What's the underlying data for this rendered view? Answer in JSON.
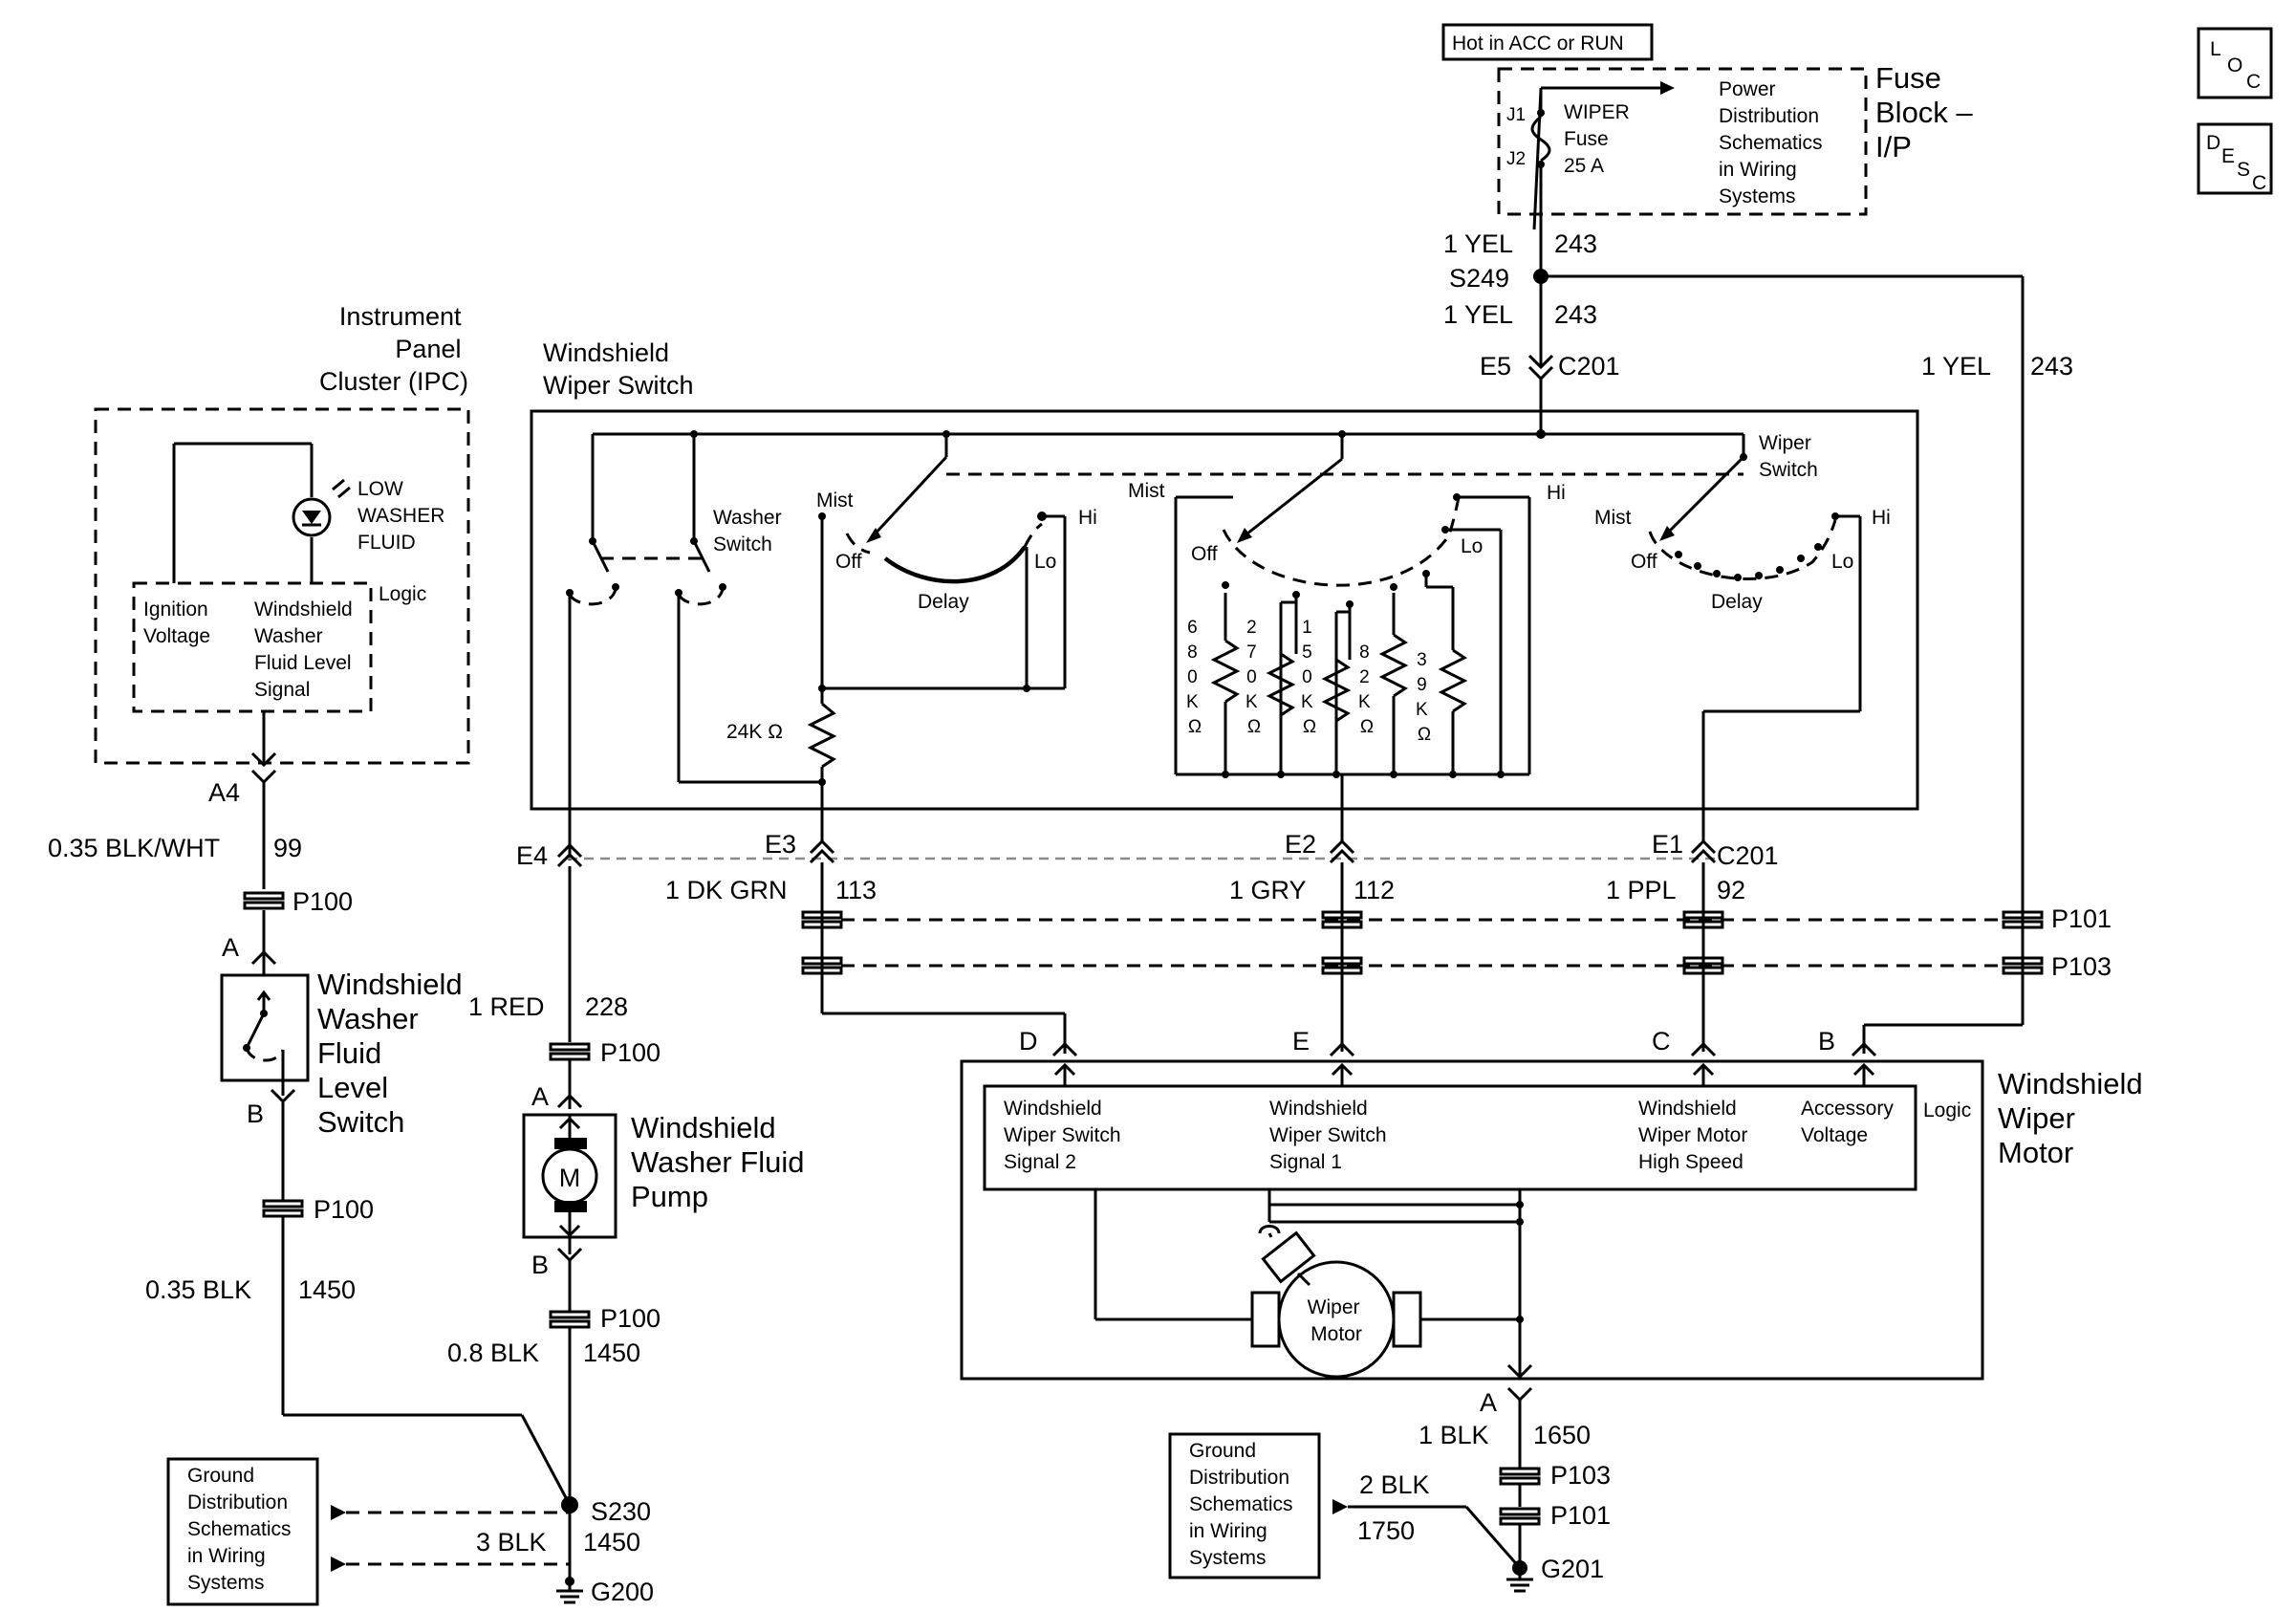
{
  "fuse_block": {
    "hot_label": "Hot in ACC or RUN",
    "power_dist": [
      "Power",
      "Distribution",
      "Schematics",
      "in Wiring",
      "Systems"
    ],
    "title": [
      "Fuse",
      "Block –",
      "I/P"
    ],
    "j1": "J1",
    "j2": "J2",
    "fuse_label": [
      "WIPER",
      "Fuse",
      "25 A"
    ]
  },
  "badges": {
    "loc": [
      "L",
      "O",
      "C"
    ],
    "desc": [
      "D",
      "E",
      "S",
      "C"
    ]
  },
  "top_wires": {
    "w1_label": "1 YEL",
    "w1_num": "243",
    "splice": "S249",
    "w2_label": "1 YEL",
    "w2_num": "243",
    "e5": "E5",
    "c201": "C201",
    "right_label": "1 YEL",
    "right_num": "243"
  },
  "ipc": {
    "title": [
      "Instrument",
      "Panel",
      "Cluster (IPC)"
    ],
    "lamp_label": [
      "LOW",
      "WASHER",
      "FLUID"
    ],
    "logic": "Logic",
    "ign": [
      "Ignition",
      "Voltage"
    ],
    "wwf": [
      "Windshield",
      "Washer",
      "Fluid Level",
      "Signal"
    ]
  },
  "left_chain": {
    "a4": "A4",
    "wire1_label": "0.35 BLK/WHT",
    "wire1_num": "99",
    "p100_a": "P100",
    "pin_a": "A",
    "switch_label": [
      "Windshield",
      "Washer",
      "Fluid",
      "Level",
      "Switch"
    ],
    "pin_b": "B",
    "p100_b": "P100",
    "wire2_label": "0.35 BLK",
    "wire2_num": "1450"
  },
  "wiper_switch": {
    "title": [
      "Windshield",
      "Wiper Switch"
    ],
    "washer_switch": [
      "Washer",
      "Switch"
    ],
    "wiper_switch": [
      "Wiper",
      "Switch"
    ],
    "mist1": "Mist",
    "off1": "Off",
    "delay1": "Delay",
    "hi1": "Hi",
    "lo1": "Lo",
    "resistor_24k": "24K Ω",
    "mist2": "Mist",
    "off2": "Off",
    "hi2": "Hi",
    "lo2": "Lo",
    "res_680": [
      "6",
      "8",
      "0",
      "K",
      "Ω"
    ],
    "res_270": [
      "2",
      "7",
      "0",
      "K",
      "Ω"
    ],
    "res_150": [
      "1",
      "5",
      "0",
      "K",
      "Ω"
    ],
    "res_82": [
      "8",
      "2",
      "K",
      "Ω"
    ],
    "res_39": [
      "3",
      "9",
      "K",
      "Ω"
    ],
    "mist3": "Mist",
    "off3": "Off",
    "delay3": "Delay",
    "hi3": "Hi",
    "lo3": "Lo"
  },
  "connectors": {
    "e4": "E4",
    "e3": "E3",
    "e2": "E2",
    "e1": "E1",
    "c201": "C201",
    "red_label": "1 RED",
    "red_num": "228",
    "grn_label": "1 DK GRN",
    "grn_num": "113",
    "gry_label": "1 GRY",
    "gry_num": "112",
    "ppl_label": "1 PPL",
    "ppl_num": "92",
    "p101": "P101",
    "p103": "P103"
  },
  "pump": {
    "p100_top": "P100",
    "pin_a": "A",
    "motor_symbol": "M",
    "label": [
      "Windshield",
      "Washer Fluid",
      "Pump"
    ],
    "pin_b": "B",
    "p100_bottom": "P100",
    "wire_label": "0.8 BLK",
    "wire_num": "1450"
  },
  "ground_left": {
    "box": [
      "Ground",
      "Distribution",
      "Schematics",
      "in Wiring",
      "Systems"
    ],
    "splice": "S230",
    "wire_label": "3 BLK",
    "wire_num": "1450",
    "ground": "G200"
  },
  "wiper_motor": {
    "pin_d": "D",
    "pin_e": "E",
    "pin_c": "C",
    "pin_b": "B",
    "sig2": [
      "Windshield",
      "Wiper Switch",
      "Signal 2"
    ],
    "sig1": [
      "Windshield",
      "Wiper Switch",
      "Signal 1"
    ],
    "hs": [
      "Windshield",
      "Wiper Motor",
      "High Speed"
    ],
    "acc": [
      "Accessory",
      "Voltage"
    ],
    "logic": "Logic",
    "title": [
      "Windshield",
      "Wiper",
      "Motor"
    ],
    "motor": [
      "Wiper",
      "Motor"
    ],
    "pin_a": "A"
  },
  "ground_right": {
    "w1_label": "1 BLK",
    "w1_num": "1650",
    "p103": "P103",
    "p101": "P101",
    "box": [
      "Ground",
      "Distribution",
      "Schematics",
      "in Wiring",
      "Systems"
    ],
    "w2_label": "2 BLK",
    "w2_num": "1750",
    "ground": "G201"
  }
}
